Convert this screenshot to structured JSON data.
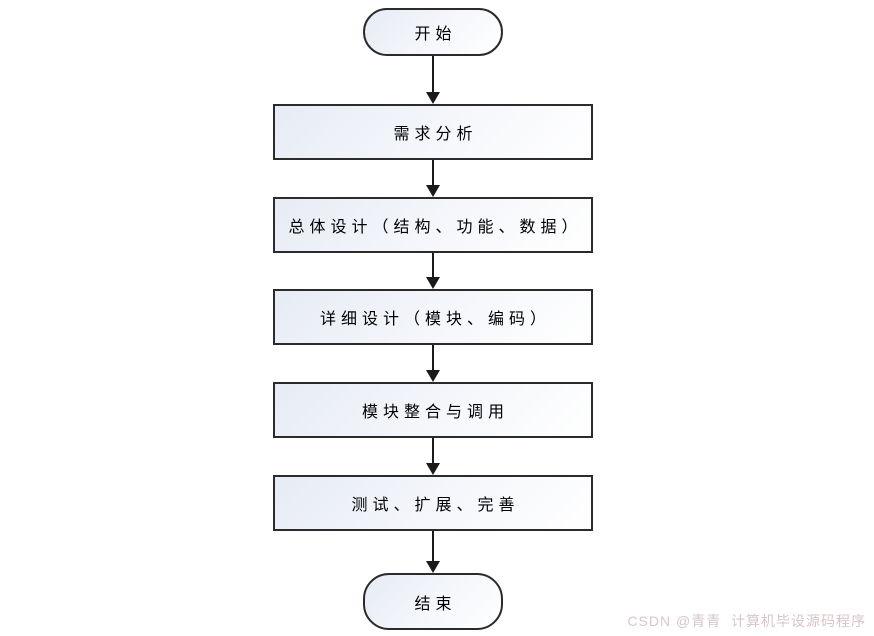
{
  "diagram": {
    "type": "flowchart",
    "direction": "top-down",
    "nodes": [
      {
        "id": "start",
        "shape": "stadium",
        "label": "开始"
      },
      {
        "id": "requirements",
        "shape": "process",
        "label": "需求分析"
      },
      {
        "id": "overall-design",
        "shape": "process",
        "label": "总体设计（结构、功能、数据）"
      },
      {
        "id": "detailed-design",
        "shape": "process",
        "label": "详细设计（模块、编码）"
      },
      {
        "id": "module-integration",
        "shape": "process",
        "label": "模块整合与调用"
      },
      {
        "id": "testing",
        "shape": "process",
        "label": "测试、扩展、完善"
      },
      {
        "id": "end",
        "shape": "stadium",
        "label": "结束"
      }
    ],
    "edges": [
      {
        "from": "start",
        "to": "requirements"
      },
      {
        "from": "requirements",
        "to": "overall-design"
      },
      {
        "from": "overall-design",
        "to": "detailed-design"
      },
      {
        "from": "detailed-design",
        "to": "module-integration"
      },
      {
        "from": "module-integration",
        "to": "testing"
      },
      {
        "from": "testing",
        "to": "end"
      }
    ]
  },
  "watermark": {
    "text": "CSDN @青青  计算机毕设源码程序"
  },
  "colors": {
    "node_border": "#2b2b2b",
    "node_fill_gradient_start": "#e7ebf4",
    "node_fill_gradient_end": "#ffffff",
    "arrow": "#1a1a1a",
    "text": "#000000",
    "watermark": "#d9c6c6",
    "background": "#ffffff"
  }
}
